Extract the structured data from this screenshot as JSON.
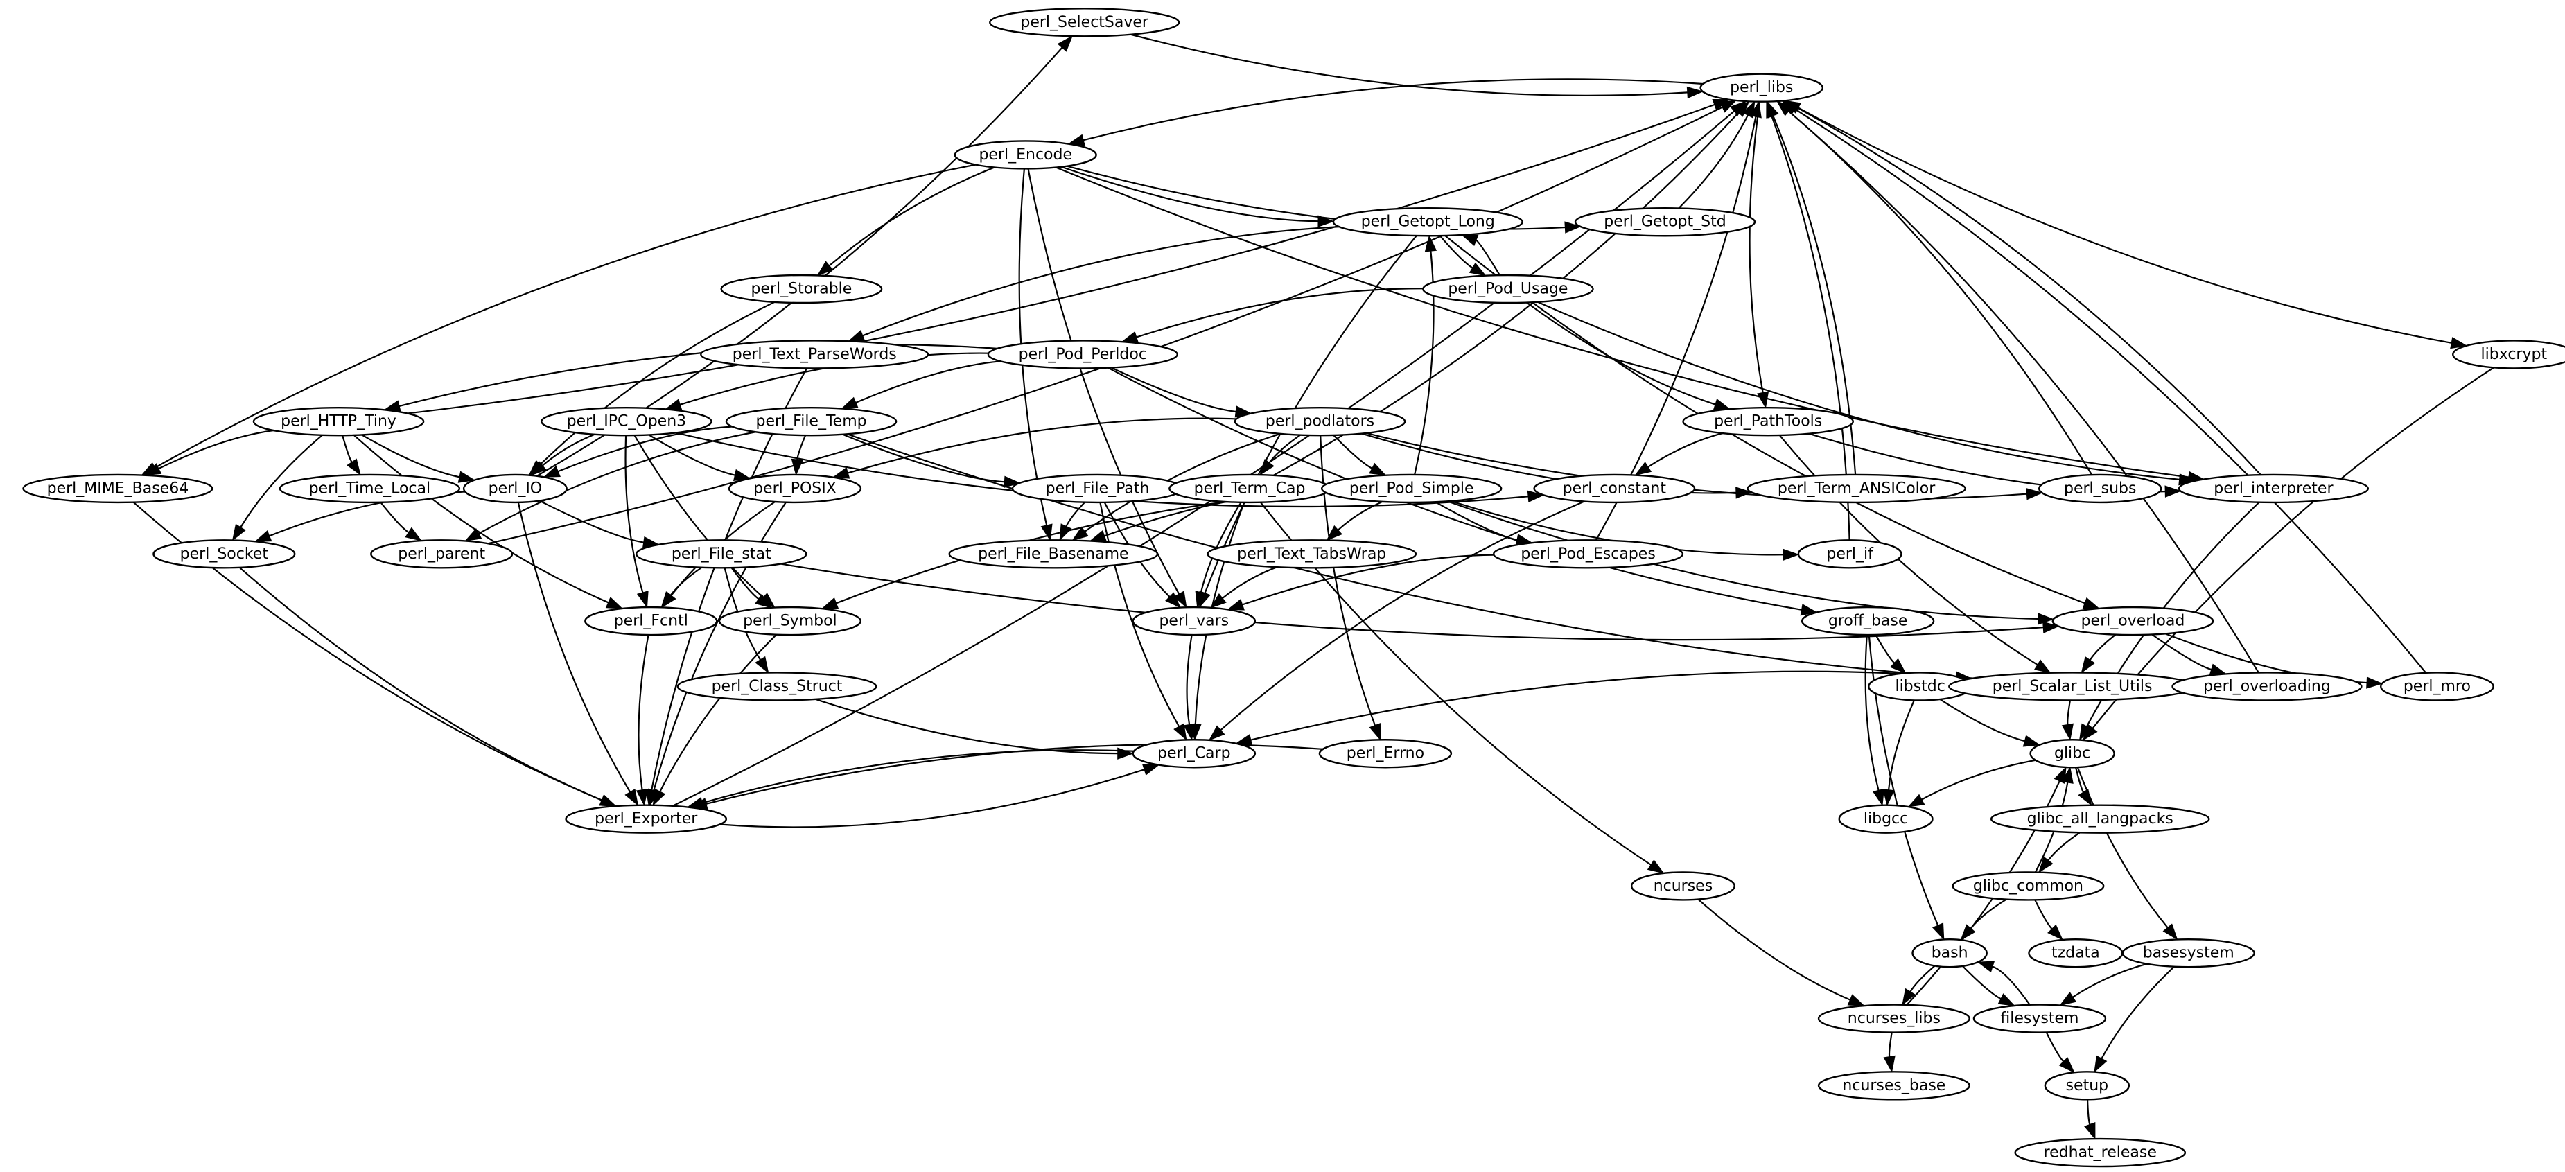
{
  "graph": {
    "type": "dependency-graph",
    "nodes": [
      {
        "id": "perl_SelectSaver",
        "label": "perl_SelectSaver"
      },
      {
        "id": "perl_libs",
        "label": "perl_libs"
      },
      {
        "id": "perl_Encode",
        "label": "perl_Encode"
      },
      {
        "id": "perl_Getopt_Long",
        "label": "perl_Getopt_Long"
      },
      {
        "id": "perl_Getopt_Std",
        "label": "perl_Getopt_Std"
      },
      {
        "id": "perl_Storable",
        "label": "perl_Storable"
      },
      {
        "id": "perl_Pod_Usage",
        "label": "perl_Pod_Usage"
      },
      {
        "id": "perl_Text_ParseWords",
        "label": "perl_Text_ParseWords"
      },
      {
        "id": "perl_Pod_Perldoc",
        "label": "perl_Pod_Perldoc"
      },
      {
        "id": "libxcrypt",
        "label": "libxcrypt"
      },
      {
        "id": "perl_HTTP_Tiny",
        "label": "perl_HTTP_Tiny"
      },
      {
        "id": "perl_IPC_Open3",
        "label": "perl_IPC_Open3"
      },
      {
        "id": "perl_File_Temp",
        "label": "perl_File_Temp"
      },
      {
        "id": "perl_podlators",
        "label": "perl_podlators"
      },
      {
        "id": "perl_PathTools",
        "label": "perl_PathTools"
      },
      {
        "id": "perl_MIME_Base64",
        "label": "perl_MIME_Base64"
      },
      {
        "id": "perl_Time_Local",
        "label": "perl_Time_Local"
      },
      {
        "id": "perl_IO",
        "label": "perl_IO"
      },
      {
        "id": "perl_POSIX",
        "label": "perl_POSIX"
      },
      {
        "id": "perl_File_Path",
        "label": "perl_File_Path"
      },
      {
        "id": "perl_Term_Cap",
        "label": "perl_Term_Cap"
      },
      {
        "id": "perl_Pod_Simple",
        "label": "perl_Pod_Simple"
      },
      {
        "id": "perl_constant",
        "label": "perl_constant"
      },
      {
        "id": "perl_Term_ANSIColor",
        "label": "perl_Term_ANSIColor"
      },
      {
        "id": "perl_subs",
        "label": "perl_subs"
      },
      {
        "id": "perl_interpreter",
        "label": "perl_interpreter"
      },
      {
        "id": "perl_Socket",
        "label": "perl_Socket"
      },
      {
        "id": "perl_parent",
        "label": "perl_parent"
      },
      {
        "id": "perl_File_stat",
        "label": "perl_File_stat"
      },
      {
        "id": "perl_File_Basename",
        "label": "perl_File_Basename"
      },
      {
        "id": "perl_Text_TabsWrap",
        "label": "perl_Text_TabsWrap"
      },
      {
        "id": "perl_Pod_Escapes",
        "label": "perl_Pod_Escapes"
      },
      {
        "id": "perl_if",
        "label": "perl_if"
      },
      {
        "id": "perl_Fcntl",
        "label": "perl_Fcntl"
      },
      {
        "id": "perl_Symbol",
        "label": "perl_Symbol"
      },
      {
        "id": "perl_vars",
        "label": "perl_vars"
      },
      {
        "id": "groff_base",
        "label": "groff_base"
      },
      {
        "id": "perl_overload",
        "label": "perl_overload"
      },
      {
        "id": "perl_Class_Struct",
        "label": "perl_Class_Struct"
      },
      {
        "id": "libstdc",
        "label": "libstdc"
      },
      {
        "id": "perl_Scalar_List_Utils",
        "label": "perl_Scalar_List_Utils"
      },
      {
        "id": "perl_overloading",
        "label": "perl_overloading"
      },
      {
        "id": "perl_mro",
        "label": "perl_mro"
      },
      {
        "id": "perl_Carp",
        "label": "perl_Carp"
      },
      {
        "id": "perl_Errno",
        "label": "perl_Errno"
      },
      {
        "id": "glibc",
        "label": "glibc"
      },
      {
        "id": "perl_Exporter",
        "label": "perl_Exporter"
      },
      {
        "id": "libgcc",
        "label": "libgcc"
      },
      {
        "id": "glibc_all_langpacks",
        "label": "glibc_all_langpacks"
      },
      {
        "id": "ncurses",
        "label": "ncurses"
      },
      {
        "id": "glibc_common",
        "label": "glibc_common"
      },
      {
        "id": "bash",
        "label": "bash"
      },
      {
        "id": "tzdata",
        "label": "tzdata"
      },
      {
        "id": "basesystem",
        "label": "basesystem"
      },
      {
        "id": "ncurses_libs",
        "label": "ncurses_libs"
      },
      {
        "id": "filesystem",
        "label": "filesystem"
      },
      {
        "id": "ncurses_base",
        "label": "ncurses_base"
      },
      {
        "id": "setup",
        "label": "setup"
      },
      {
        "id": "redhat_release",
        "label": "redhat_release"
      }
    ],
    "edges": [
      [
        "perl_IO",
        "perl_SelectSaver"
      ],
      [
        "perl_SelectSaver",
        "perl_libs"
      ],
      [
        "perl_libs",
        "perl_Encode"
      ],
      [
        "perl_libs",
        "perl_PathTools"
      ],
      [
        "perl_libs",
        "libxcrypt"
      ],
      [
        "perl_Getopt_Std",
        "perl_libs"
      ],
      [
        "perl_Encode",
        "perl_Getopt_Long"
      ],
      [
        "perl_Encode",
        "perl_Getopt_Std"
      ],
      [
        "perl_Encode",
        "perl_Storable"
      ],
      [
        "perl_Encode",
        "perl_MIME_Base64"
      ],
      [
        "perl_Encode",
        "perl_File_Basename"
      ],
      [
        "perl_Encode",
        "perl_vars"
      ],
      [
        "perl_Encode",
        "perl_interpreter"
      ],
      [
        "perl_Getopt_Long",
        "perl_Pod_Usage"
      ],
      [
        "perl_Pod_Usage",
        "perl_Getopt_Long"
      ],
      [
        "perl_Getopt_Long",
        "perl_Text_ParseWords"
      ],
      [
        "perl_Getopt_Long",
        "perl_vars"
      ],
      [
        "perl_Getopt_Long",
        "perl_overload"
      ],
      [
        "perl_Pod_Usage",
        "perl_Pod_Perldoc"
      ],
      [
        "perl_Pod_Usage",
        "perl_PathTools"
      ],
      [
        "perl_Pod_Usage",
        "perl_interpreter"
      ],
      [
        "perl_Storable",
        "perl_IO"
      ],
      [
        "perl_Text_ParseWords",
        "perl_Exporter"
      ],
      [
        "perl_Pod_Perldoc",
        "perl_HTTP_Tiny"
      ],
      [
        "perl_Pod_Perldoc",
        "perl_IPC_Open3"
      ],
      [
        "perl_Pod_Perldoc",
        "perl_File_Temp"
      ],
      [
        "perl_Pod_Perldoc",
        "perl_podlators"
      ],
      [
        "perl_Pod_Perldoc",
        "groff_base"
      ],
      [
        "perl_HTTP_Tiny",
        "perl_libs"
      ],
      [
        "perl_HTTP_Tiny",
        "perl_MIME_Base64"
      ],
      [
        "perl_HTTP_Tiny",
        "perl_Time_Local"
      ],
      [
        "perl_HTTP_Tiny",
        "perl_IO"
      ],
      [
        "perl_HTTP_Tiny",
        "perl_Socket"
      ],
      [
        "perl_HTTP_Tiny",
        "perl_Fcntl"
      ],
      [
        "perl_IPC_Open3",
        "perl_IO"
      ],
      [
        "perl_IPC_Open3",
        "perl_POSIX"
      ],
      [
        "perl_IPC_Open3",
        "perl_Fcntl"
      ],
      [
        "perl_IPC_Open3",
        "perl_Symbol"
      ],
      [
        "perl_IPC_Open3",
        "perl_constant"
      ],
      [
        "perl_File_Temp",
        "perl_IO"
      ],
      [
        "perl_File_Temp",
        "perl_POSIX"
      ],
      [
        "perl_File_Temp",
        "perl_parent"
      ],
      [
        "perl_File_Temp",
        "perl_File_Path"
      ],
      [
        "perl_File_Temp",
        "perl_Scalar_List_Utils"
      ],
      [
        "perl_podlators",
        "perl_Term_Cap"
      ],
      [
        "perl_podlators",
        "perl_Pod_Simple"
      ],
      [
        "perl_podlators",
        "perl_POSIX"
      ],
      [
        "perl_podlators",
        "perl_File_Basename"
      ],
      [
        "perl_podlators",
        "perl_Term_ANSIColor"
      ],
      [
        "perl_podlators",
        "perl_subs"
      ],
      [
        "perl_podlators",
        "perl_Errno"
      ],
      [
        "perl_PathTools",
        "perl_constant"
      ],
      [
        "perl_PathTools",
        "perl_Scalar_List_Utils"
      ],
      [
        "perl_PathTools",
        "perl_interpreter"
      ],
      [
        "perl_Term_ANSIColor",
        "perl_libs"
      ],
      [
        "perl_subs",
        "perl_libs"
      ],
      [
        "perl_interpreter",
        "perl_libs"
      ],
      [
        "perl_interpreter",
        "glibc"
      ],
      [
        "perl_IO",
        "perl_Socket"
      ],
      [
        "perl_IO",
        "perl_File_stat"
      ],
      [
        "perl_IO",
        "perl_Exporter"
      ],
      [
        "perl_parent",
        "perl_libs"
      ],
      [
        "perl_Time_Local",
        "perl_parent"
      ],
      [
        "perl_MIME_Base64",
        "perl_Exporter"
      ],
      [
        "perl_Socket",
        "perl_Exporter"
      ],
      [
        "perl_POSIX",
        "perl_Fcntl"
      ],
      [
        "perl_POSIX",
        "perl_Exporter"
      ],
      [
        "perl_File_Path",
        "perl_File_Basename"
      ],
      [
        "perl_File_Path",
        "perl_vars"
      ],
      [
        "perl_File_Path",
        "perl_Carp"
      ],
      [
        "perl_Term_Cap",
        "perl_libs"
      ],
      [
        "perl_Term_Cap",
        "perl_vars"
      ],
      [
        "perl_Term_Cap",
        "perl_Carp"
      ],
      [
        "perl_Pod_Simple",
        "perl_Getopt_Long"
      ],
      [
        "perl_Pod_Simple",
        "perl_File_Basename"
      ],
      [
        "perl_Pod_Simple",
        "perl_Text_TabsWrap"
      ],
      [
        "perl_Pod_Simple",
        "perl_Pod_Escapes"
      ],
      [
        "perl_Pod_Simple",
        "perl_if"
      ],
      [
        "perl_Pod_Simple",
        "perl_Symbol"
      ],
      [
        "perl_Pod_Simple",
        "perl_overload"
      ],
      [
        "perl_Pod_Escapes",
        "perl_libs"
      ],
      [
        "perl_Pod_Escapes",
        "perl_vars"
      ],
      [
        "perl_Text_TabsWrap",
        "perl_vars"
      ],
      [
        "perl_constant",
        "perl_Carp"
      ],
      [
        "perl_if",
        "perl_libs"
      ],
      [
        "perl_File_stat",
        "perl_Fcntl"
      ],
      [
        "perl_File_stat",
        "perl_Symbol"
      ],
      [
        "perl_File_stat",
        "perl_Class_Struct"
      ],
      [
        "perl_File_stat",
        "perl_overload"
      ],
      [
        "perl_Fcntl",
        "perl_Exporter"
      ],
      [
        "perl_Symbol",
        "perl_Exporter"
      ],
      [
        "perl_vars",
        "perl_Carp"
      ],
      [
        "perl_Class_Struct",
        "perl_Carp"
      ],
      [
        "perl_Carp",
        "perl_Exporter"
      ],
      [
        "perl_Exporter",
        "perl_Carp"
      ],
      [
        "perl_Exporter",
        "perl_libs"
      ],
      [
        "perl_Errno",
        "perl_Exporter"
      ],
      [
        "perl_overload",
        "perl_Scalar_List_Utils"
      ],
      [
        "perl_overload",
        "perl_overloading"
      ],
      [
        "perl_overload",
        "perl_mro"
      ],
      [
        "perl_overloading",
        "perl_libs"
      ],
      [
        "perl_mro",
        "perl_libs"
      ],
      [
        "perl_Scalar_List_Utils",
        "glibc"
      ],
      [
        "perl_Scalar_List_Utils",
        "perl_Carp"
      ],
      [
        "libxcrypt",
        "glibc"
      ],
      [
        "groff_base",
        "libstdc"
      ],
      [
        "groff_base",
        "libgcc"
      ],
      [
        "groff_base",
        "bash"
      ],
      [
        "libstdc",
        "libgcc"
      ],
      [
        "libstdc",
        "glibc"
      ],
      [
        "glibc",
        "libgcc"
      ],
      [
        "glibc",
        "glibc_all_langpacks"
      ],
      [
        "glibc",
        "basesystem"
      ],
      [
        "glibc_all_langpacks",
        "glibc_common"
      ],
      [
        "glibc_common",
        "glibc"
      ],
      [
        "glibc_common",
        "bash"
      ],
      [
        "glibc_common",
        "tzdata"
      ],
      [
        "ncurses",
        "ncurses_libs"
      ],
      [
        "perl_Term_Cap",
        "ncurses"
      ],
      [
        "bash",
        "ncurses_libs"
      ],
      [
        "bash",
        "filesystem"
      ],
      [
        "filesystem",
        "bash"
      ],
      [
        "basesystem",
        "filesystem"
      ],
      [
        "basesystem",
        "setup"
      ],
      [
        "ncurses_libs",
        "glibc"
      ],
      [
        "ncurses_libs",
        "ncurses_base"
      ],
      [
        "filesystem",
        "setup"
      ],
      [
        "setup",
        "redhat_release"
      ]
    ]
  }
}
